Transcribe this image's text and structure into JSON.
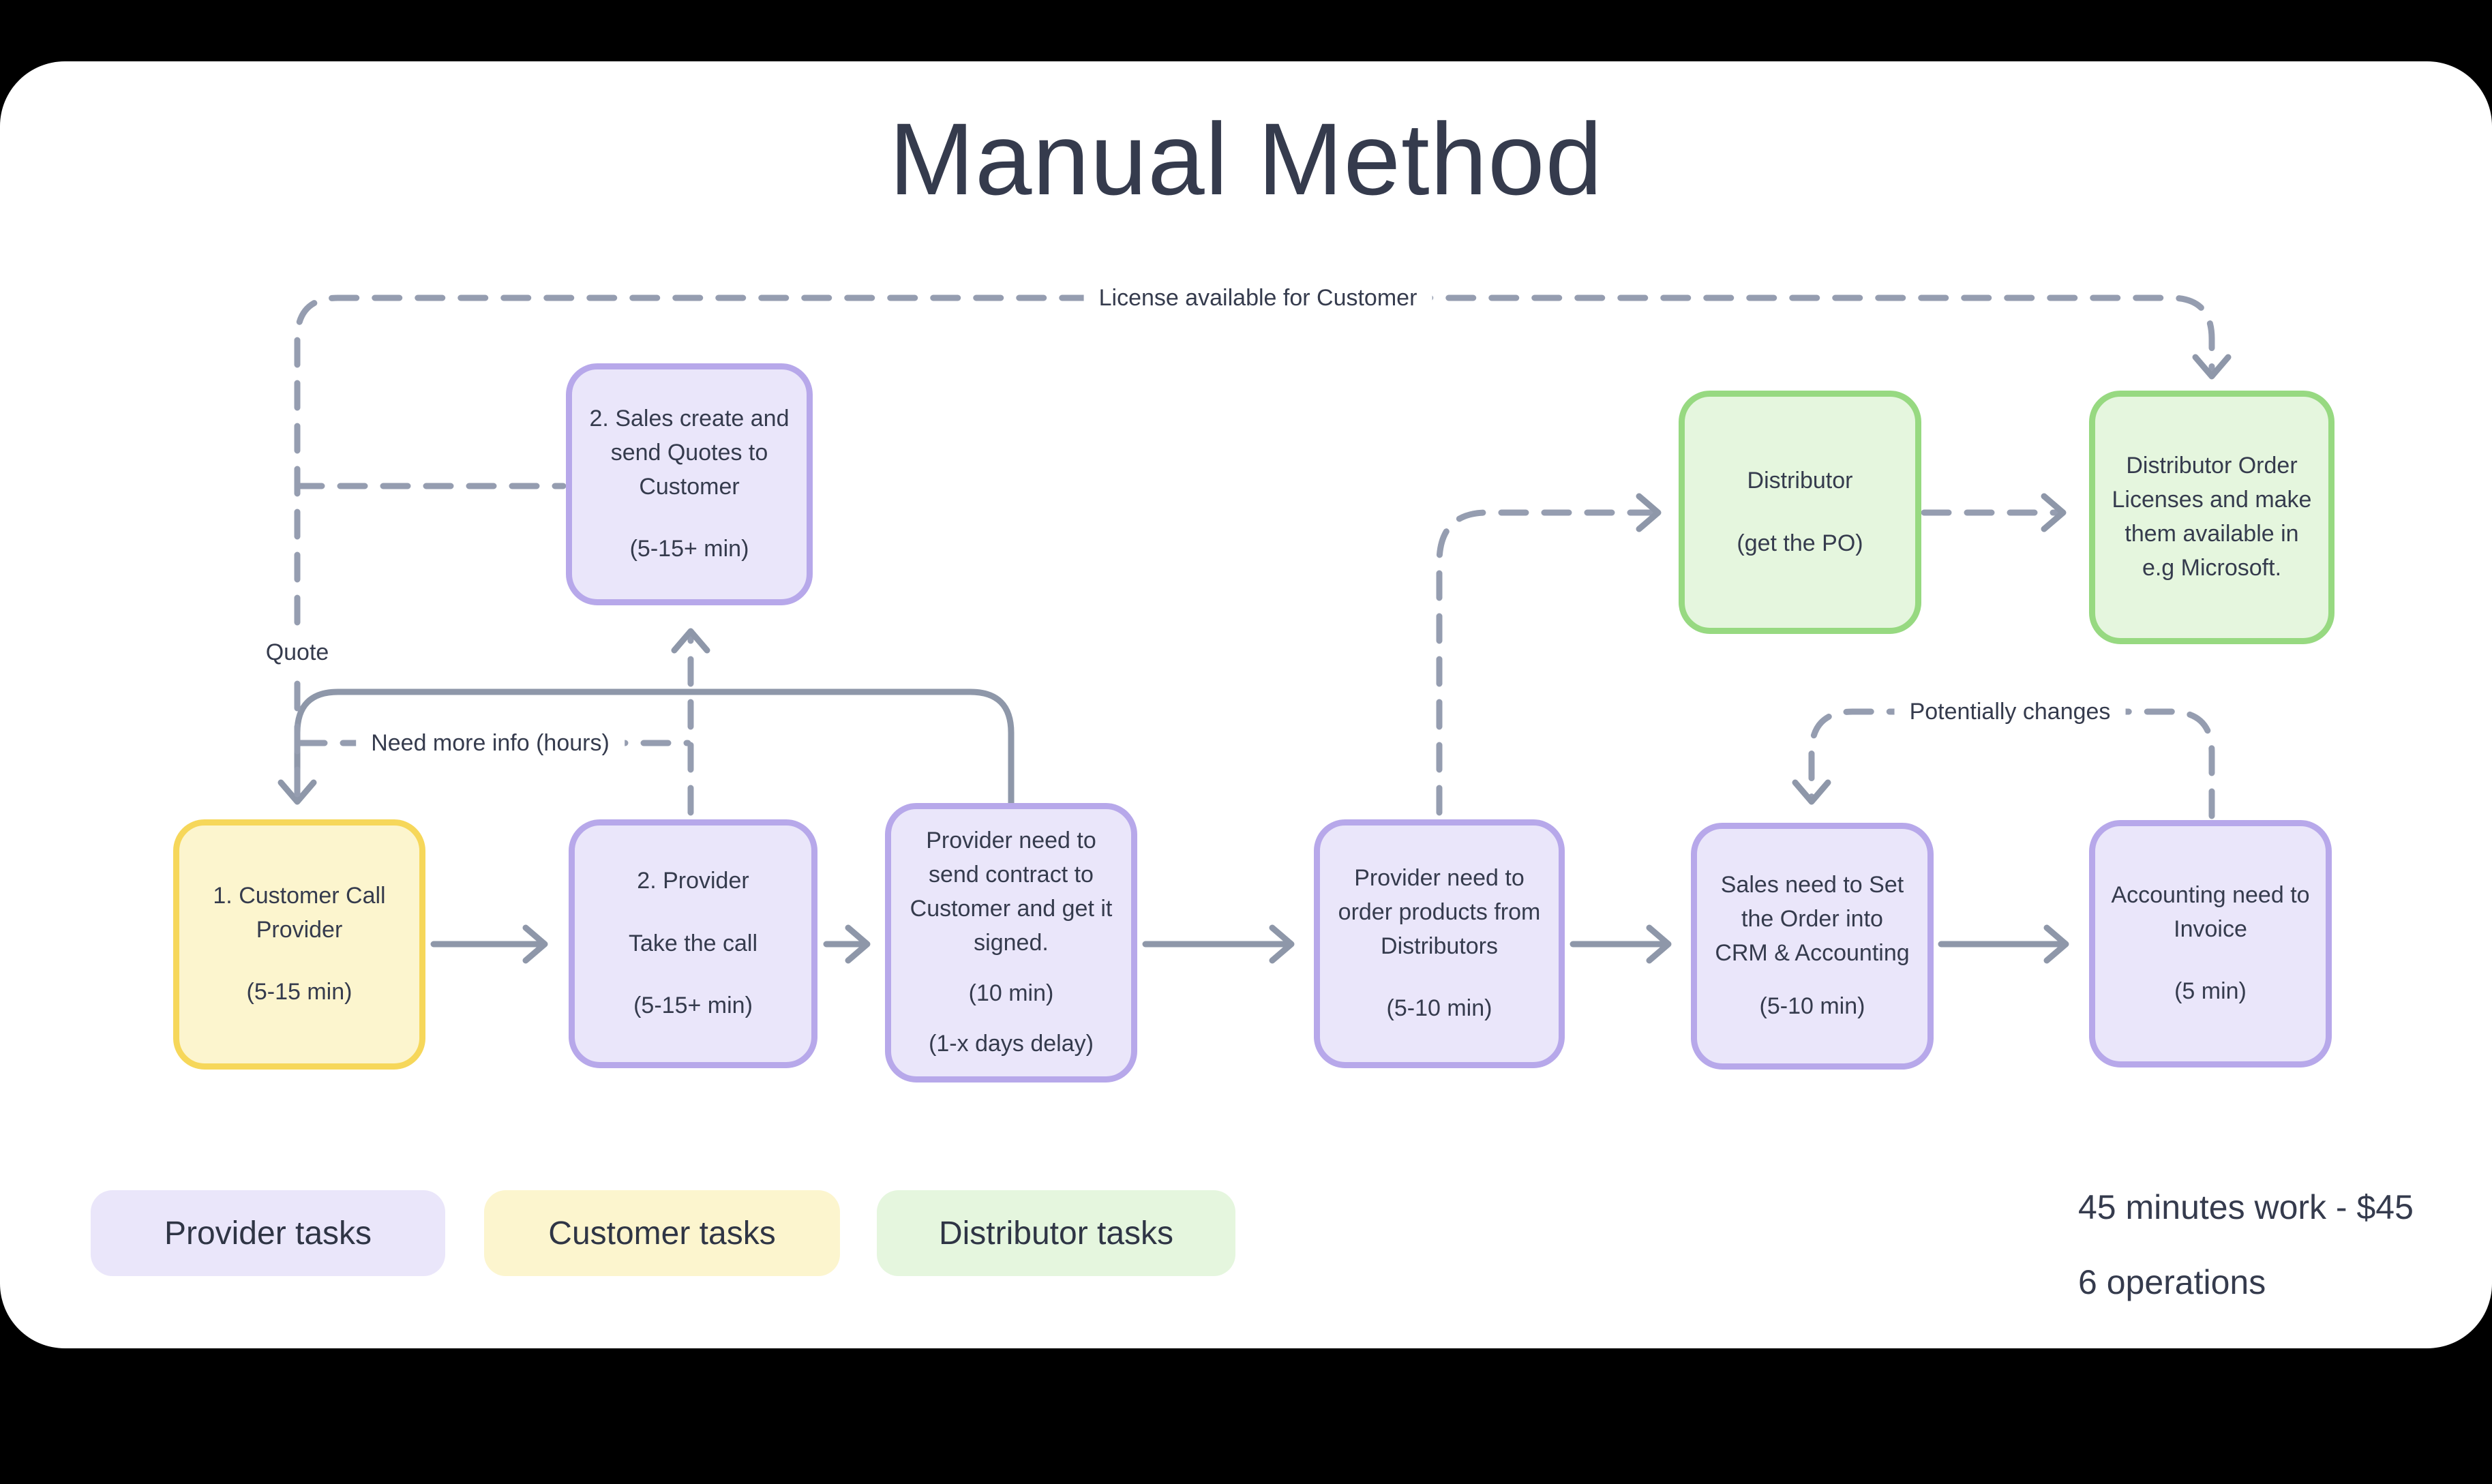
{
  "title": "Manual Method",
  "colors": {
    "background": "#000000",
    "card": "#FFFFFF",
    "text": "#353B4D",
    "provider_fill": "#EAE6FA",
    "provider_border": "#B7A8EA",
    "customer_fill": "#FCF5CE",
    "customer_border": "#F6D75A",
    "distributor_fill": "#E5F6DE",
    "distributor_border": "#97D981",
    "arrow_solid": "#8E97A9",
    "arrow_dashed": "#959DB0"
  },
  "nodes": [
    {
      "id": "customer-call",
      "role": "customer",
      "paragraphs": [
        "1. Customer Call Provider",
        "(5-15 min)"
      ]
    },
    {
      "id": "take-call",
      "role": "provider",
      "paragraphs": [
        "2. Provider",
        "Take the call",
        "(5-15+ min)"
      ]
    },
    {
      "id": "send-contract",
      "role": "provider",
      "paragraphs": [
        "Provider need to send contract to Customer and get it signed.",
        "(10 min)",
        "(1-x days delay)"
      ]
    },
    {
      "id": "order-products",
      "role": "provider",
      "paragraphs": [
        "Provider need to order products from Distributors",
        "(5-10 min)"
      ]
    },
    {
      "id": "set-order-crm",
      "role": "provider",
      "paragraphs": [
        "Sales need to Set the Order into CRM & Accounting",
        "(5-10 min)"
      ]
    },
    {
      "id": "accounting-invoice",
      "role": "provider",
      "paragraphs": [
        "Accounting need to Invoice",
        "(5 min)"
      ]
    },
    {
      "id": "sales-quotes",
      "role": "provider",
      "paragraphs": [
        "2. Sales create and send Quotes to Customer",
        "(5-15+ min)"
      ]
    },
    {
      "id": "distributor-po",
      "role": "distributor",
      "paragraphs": [
        "Distributor",
        "(get the PO)"
      ]
    },
    {
      "id": "distributor-licenses",
      "role": "distributor",
      "paragraphs": [
        "Distributor Order Licenses and make them available in e.g Microsoft."
      ]
    }
  ],
  "edge_labels": {
    "license": "License available for Customer",
    "quote": "Quote",
    "need_info": "Need more info (hours)",
    "potentially": "Potentially changes"
  },
  "legend": [
    {
      "label": "Provider tasks"
    },
    {
      "label": "Customer tasks"
    },
    {
      "label": "Distributor tasks"
    }
  ],
  "stats": {
    "work": "45 minutes work - $45",
    "operations": "6 operations"
  }
}
